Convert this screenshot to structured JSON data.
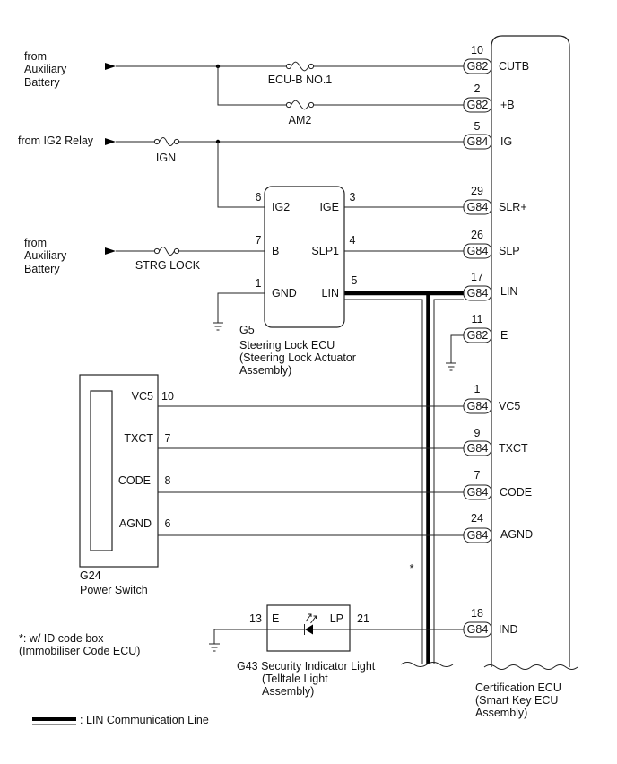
{
  "inputs": {
    "aux_battery_top": {
      "line1": "from",
      "line2": "Auxiliary",
      "line3": "Battery"
    },
    "ig2_relay": "from IG2 Relay",
    "aux_battery_bottom": {
      "line1": "from",
      "line2": "Auxiliary",
      "line3": "Battery"
    }
  },
  "fuses": {
    "ecu_b_no1": "ECU-B NO.1",
    "am2": "AM2",
    "ign": "IGN",
    "strg_lock": "STRG LOCK"
  },
  "steering_lock_ecu": {
    "code": "G5",
    "name_lines": [
      "Steering Lock ECU",
      "(Steering Lock Actuator",
      "Assembly)"
    ],
    "left_pins": [
      {
        "pin": "6",
        "terminal": "IG2"
      },
      {
        "pin": "7",
        "terminal": "B"
      },
      {
        "pin": "1",
        "terminal": "GND"
      }
    ],
    "right_pins": [
      {
        "pin": "3",
        "terminal": "IGE"
      },
      {
        "pin": "4",
        "terminal": "SLP1"
      },
      {
        "pin": "5",
        "terminal": "LIN"
      }
    ]
  },
  "certification_ecu": {
    "name_lines": [
      "Certification ECU",
      "(Smart Key ECU",
      "Assembly)"
    ],
    "pins": [
      {
        "pin": "10",
        "connector": "G82",
        "terminal": "CUTB"
      },
      {
        "pin": "2",
        "connector": "G82",
        "terminal": "+B"
      },
      {
        "pin": "5",
        "connector": "G84",
        "terminal": "IG"
      },
      {
        "pin": "29",
        "connector": "G84",
        "terminal": "SLR+"
      },
      {
        "pin": "26",
        "connector": "G84",
        "terminal": "SLP"
      },
      {
        "pin": "17",
        "connector": "G84",
        "terminal": "LIN"
      },
      {
        "pin": "11",
        "connector": "G82",
        "terminal": "E"
      },
      {
        "pin": "1",
        "connector": "G84",
        "terminal": "VC5"
      },
      {
        "pin": "9",
        "connector": "G84",
        "terminal": "TXCT"
      },
      {
        "pin": "7",
        "connector": "G84",
        "terminal": "CODE"
      },
      {
        "pin": "24",
        "connector": "G84",
        "terminal": "AGND"
      },
      {
        "pin": "18",
        "connector": "G84",
        "terminal": "IND"
      }
    ]
  },
  "power_switch": {
    "code": "G24",
    "name": "Power Switch",
    "pins": [
      {
        "terminal": "VC5",
        "pin": "10"
      },
      {
        "terminal": "TXCT",
        "pin": "7"
      },
      {
        "terminal": "CODE",
        "pin": "8"
      },
      {
        "terminal": "AGND",
        "pin": "6"
      }
    ]
  },
  "security_indicator": {
    "name_lines": [
      "G43 Security Indicator Light",
      "(Telltale Light",
      "Assembly)"
    ],
    "left_pin": {
      "pin": "13",
      "terminal": "E"
    },
    "right_pin": {
      "pin": "21",
      "terminal": "LP"
    }
  },
  "note": {
    "marker": "*",
    "lines": [
      "*: w/ ID code box",
      "(Immobiliser Code ECU)"
    ]
  },
  "legend": {
    "lin_line": ": LIN Communication Line"
  }
}
